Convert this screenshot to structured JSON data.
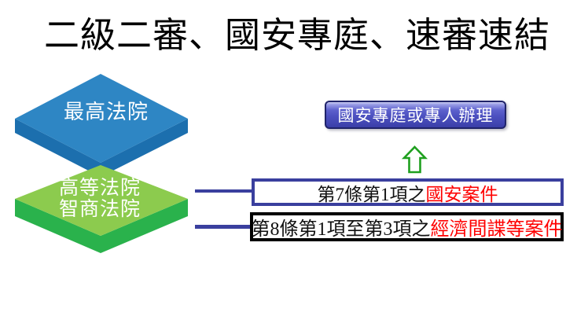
{
  "title": "二級二審、國安專庭、速審速結",
  "pyramid": {
    "layers": [
      {
        "label": "最高法院",
        "face_color": "#2E86C4",
        "side_color": "#1C6FAE"
      },
      {
        "label_line1": "高等法院",
        "label_line2": "智商法院",
        "face_color": "#8CCB4E",
        "side_color": "#2AB24C"
      }
    ]
  },
  "flow": {
    "button": {
      "label": "國安專庭或專人辦理",
      "text_color": "#FFFFFF",
      "border_color": "#20246A",
      "fill_color": "#4D51C0"
    },
    "arrow": {
      "direction": "up",
      "color": "#1FA01F"
    },
    "connector_color": "#3A3F9E",
    "boxes": [
      {
        "prefix": "第7條第1項之",
        "highlight": "國安案件",
        "border_color": "#3A3F9E",
        "highlight_color": "#FF0000"
      },
      {
        "prefix": "第8條第1項至第3項之",
        "highlight": "經濟間諜等案件",
        "border_color": "#000000",
        "highlight_color": "#FF0000"
      }
    ]
  }
}
